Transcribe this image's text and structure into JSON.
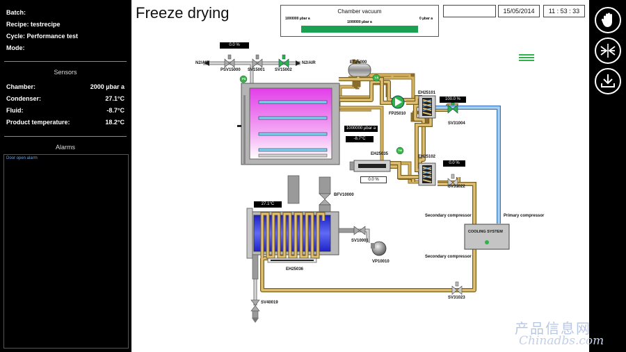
{
  "page_title": "Freeze drying",
  "info": {
    "batch": "Batch:",
    "recipe": "Recipe: testrecipe",
    "cycle": "Cycle: Performance test",
    "mode": "Mode:"
  },
  "sensors": {
    "title": "Sensors",
    "items": [
      {
        "label": "Chamber:",
        "value": "2000 µbar a"
      },
      {
        "label": "Condenser:",
        "value": "27.1°C"
      },
      {
        "label": "Fluid:",
        "value": "-8.7°C"
      },
      {
        "label": "Product temperature:",
        "value": "18.2°C"
      }
    ]
  },
  "alarms": {
    "title": "Alarms",
    "items": [
      "Door open alarm"
    ]
  },
  "header": {
    "blank_field": "",
    "date": "15/05/2014",
    "time": "11 : 53 : 33"
  },
  "vacuum": {
    "title": "Chamber vacuum",
    "left": "1000000 µbar a",
    "right": "0 µbar a",
    "bar_value": "1000000 µbar a",
    "bar_color": "#1aa151"
  },
  "diagram": {
    "valve_top_pct": "0.0 %",
    "n2_left": "N2/AIR",
    "n2_right": "N2/AIR",
    "psv15000": "PSV15000",
    "sv15001": "SV15001",
    "sv15002": "SV15002",
    "et25000": "ET25000",
    "fp25010": "FP25010",
    "eh25101": "EH25101",
    "eh25101_pct": "100.0 %",
    "sv31004": "SV31004",
    "chamber_pressure": "1000000 µbar a",
    "chamber_temp": "-8.7°C",
    "eh25035": "EH25035",
    "eh25035_pct": "0.0 %",
    "eh25102": "EH25102",
    "sv31022_pct": "0.0 %",
    "sv31022": "SV31022",
    "bfv10000": "BFV10000",
    "condenser_temp": "27.1°C",
    "sv10001": "SV10001",
    "vp10010": "VP10010",
    "eh25036": "EH25036",
    "sv40019": "SV40019",
    "sv31023": "SV31023",
    "secondary_compressor_1": "Secondary compressor",
    "primary_compressor": "Primary compressor",
    "cooling_system": "COOLING SYSTEM",
    "secondary_compressor_2": "Secondary compressor",
    "badge_ls": "LS",
    "badge_tm": "TM",
    "badge_ps": "PS"
  },
  "watermark": {
    "cn": "产品信息网",
    "en": "Chinadbs.com"
  },
  "colors": {
    "process_pipe": "#d6b35e",
    "cooling_pipe": "#7fb8e6",
    "chamber_fill": "#e64cf0",
    "condenser_fill": "#2a2ee8",
    "active_green": "#2db34a"
  }
}
